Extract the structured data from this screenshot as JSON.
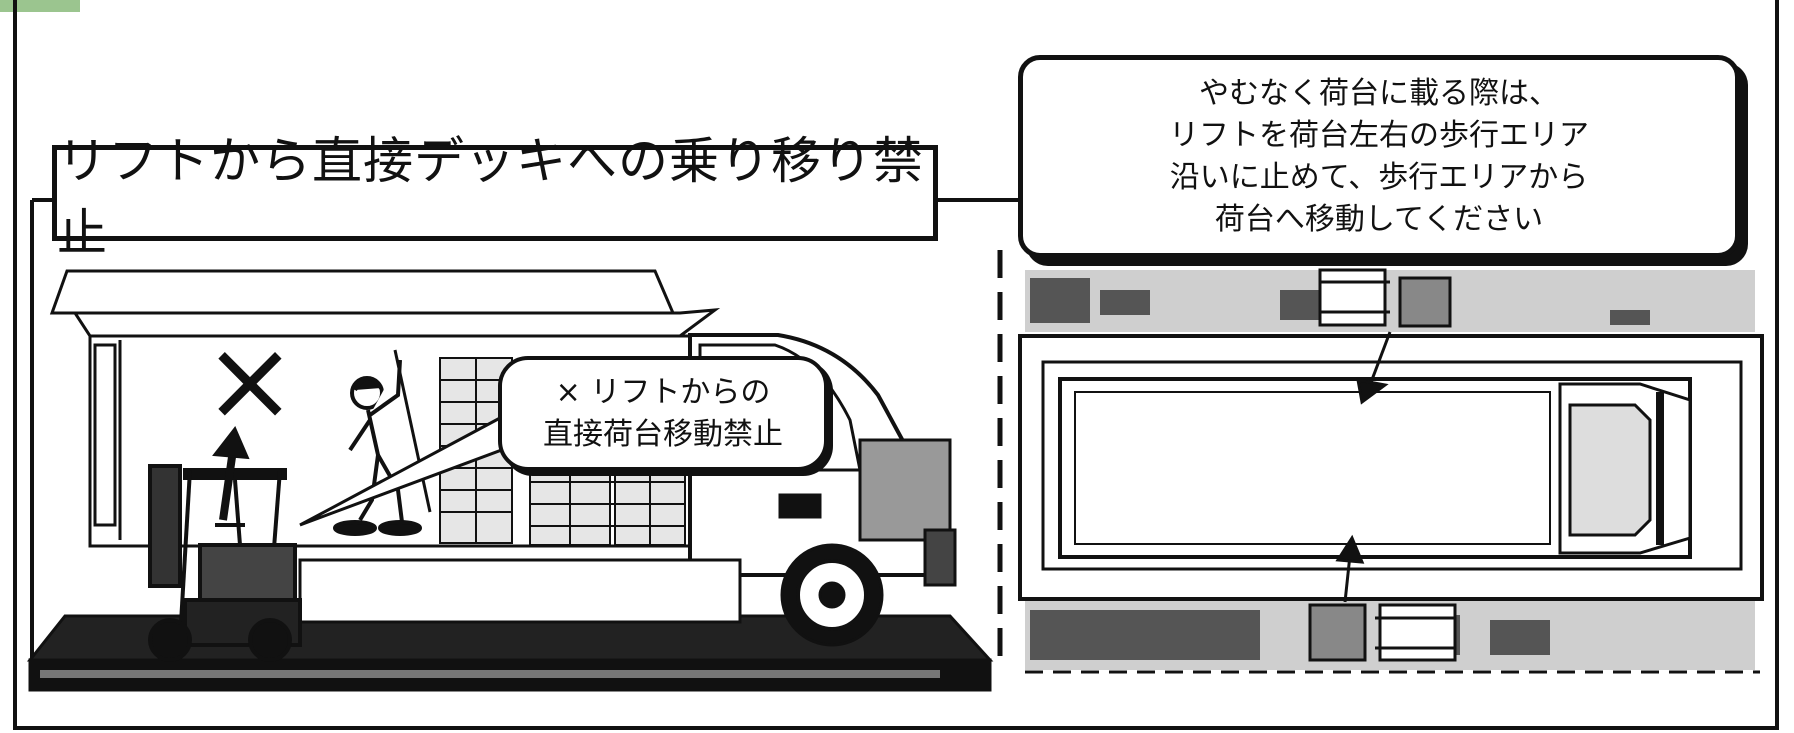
{
  "title": "リフトから直接デッキへの乗り移り禁止",
  "note": {
    "lines": [
      "やむなく荷台に載る際は、",
      "リフトを荷台左右の歩行エリア",
      "沿いに止めて、歩行エリアから",
      "荷台へ移動してください"
    ]
  },
  "bubble": {
    "lines": [
      "× リフトからの",
      "直接荷台移動禁止"
    ]
  },
  "prohibit_mark": "×",
  "colors": {
    "ink": "#111111",
    "tab": "#9bc58f",
    "speckle": "#555555"
  }
}
